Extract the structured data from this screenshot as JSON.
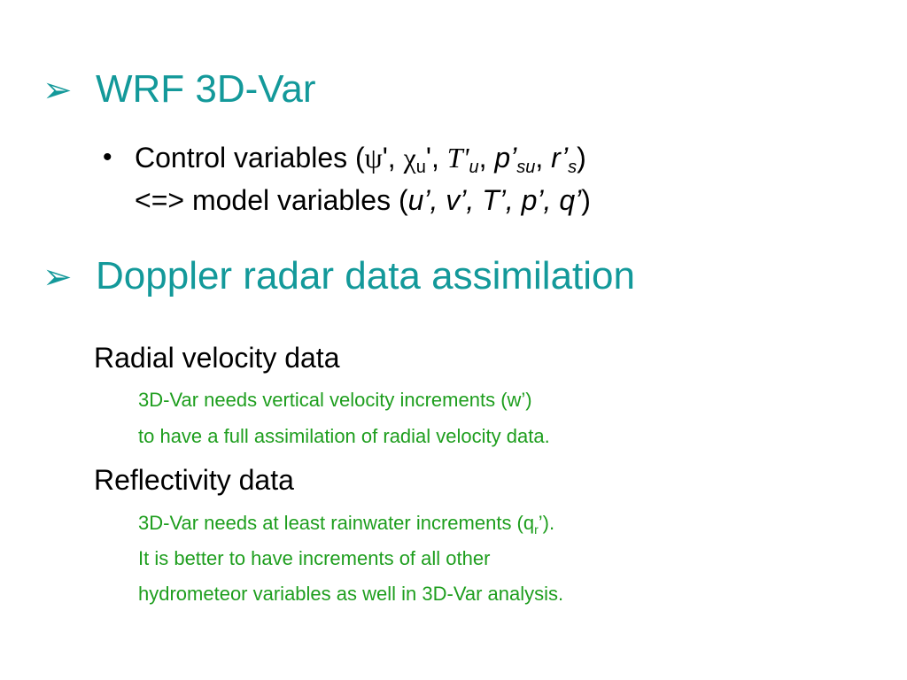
{
  "heading1": {
    "arrow": "➢",
    "text": "WRF 3D-Var"
  },
  "bullet": {
    "dot": "•",
    "line1": {
      "prefix": "Control variables (",
      "psi": "ψ",
      "after_psi": "', ",
      "chi": "χ",
      "chi_sub": "u",
      "after_chi": "', ",
      "T": "T'",
      "T_sub": "u",
      "after_T": ", ",
      "p": "p’",
      "p_sub": "su",
      "after_p": ", ",
      "r": "r’",
      "r_sub": "s",
      "close": ")"
    },
    "line2": {
      "prefix": "<=> model variables (",
      "vars": "u’, v’, T’, p’, q’",
      "close": ")"
    }
  },
  "heading2": {
    "arrow": "➢",
    "text": "Doppler radar data assimilation"
  },
  "radial": {
    "title": "Radial velocity data",
    "note1": "3D-Var needs vertical velocity increments (w’)",
    "note2": "to have a full assimilation of radial velocity data."
  },
  "reflectivity": {
    "title": "Reflectivity data",
    "note1_prefix": "3D-Var needs at least rainwater increments (q",
    "note1_sub": "r",
    "note1_suffix": "’).",
    "note2": "It is better to have increments of all other",
    "note3": "hydrometeor variables as well in 3D-Var analysis."
  },
  "colors": {
    "heading": "#13999a",
    "note": "#1e9e1e",
    "text": "#000000"
  }
}
